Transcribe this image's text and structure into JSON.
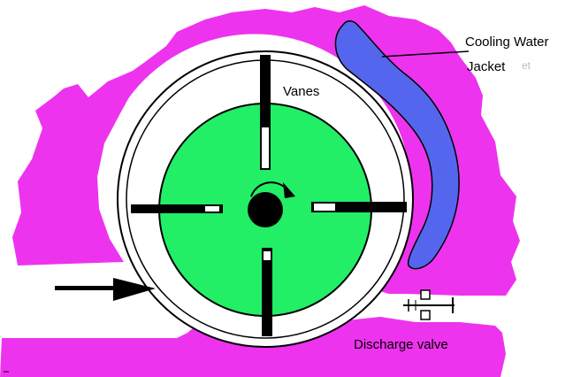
{
  "labels": {
    "vanes": "Vanes",
    "cooling_line1": "Cooling Water",
    "cooling_line2": "Jacket",
    "cooling_suffix": "et",
    "discharge": "Discharge valve"
  },
  "colors": {
    "casing": "#ee33ee",
    "rotor": "#22ee66",
    "water_jacket": "#5566ee",
    "vane": "#000000",
    "outline": "#000000",
    "background": "#ffffff"
  },
  "icons": {
    "inlet": "right-arrow-icon",
    "rotation": "curved-arrow-icon",
    "valve": "valve-icon"
  }
}
